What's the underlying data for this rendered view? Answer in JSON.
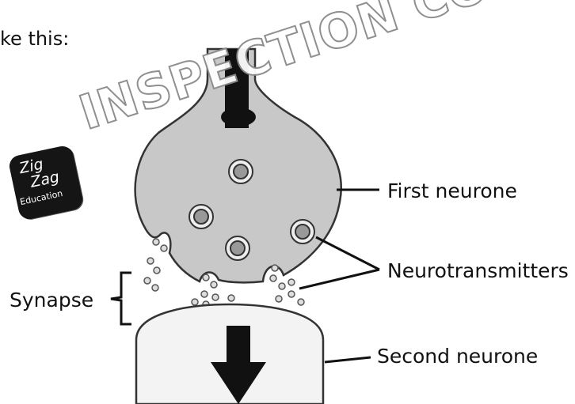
{
  "intro_text": "ke this:",
  "labels": {
    "first_neurone": "First neurone",
    "neurotransmitters": "Neurotransmitters",
    "synapse": "Synapse",
    "second_neurone": "Second neurone"
  },
  "watermark": "INSPECTION COPY",
  "logo": {
    "line1": "Zig",
    "line2": "Zag",
    "line3": "Education"
  },
  "colors": {
    "neurone_fill": "#c8c8c8",
    "outline": "#333333",
    "background": "#ffffff"
  }
}
